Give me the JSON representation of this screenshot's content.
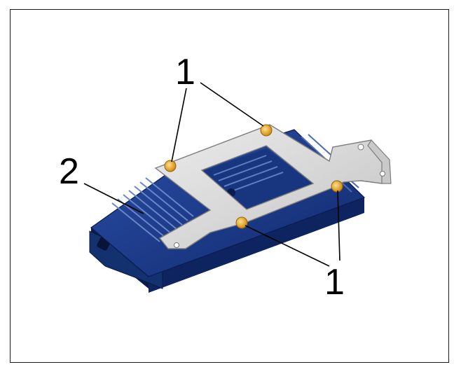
{
  "callouts": {
    "screws_top": "1",
    "screws_bottom": "1",
    "module": "2"
  },
  "colors": {
    "housing": "#12307a",
    "housing_dark": "#0a1f55",
    "housing_light": "#2a4a9a",
    "bracket": "#d6d6d6",
    "bracket_edge": "#8a8a8a",
    "screw": "#e5a11f",
    "leader": "#000000"
  }
}
